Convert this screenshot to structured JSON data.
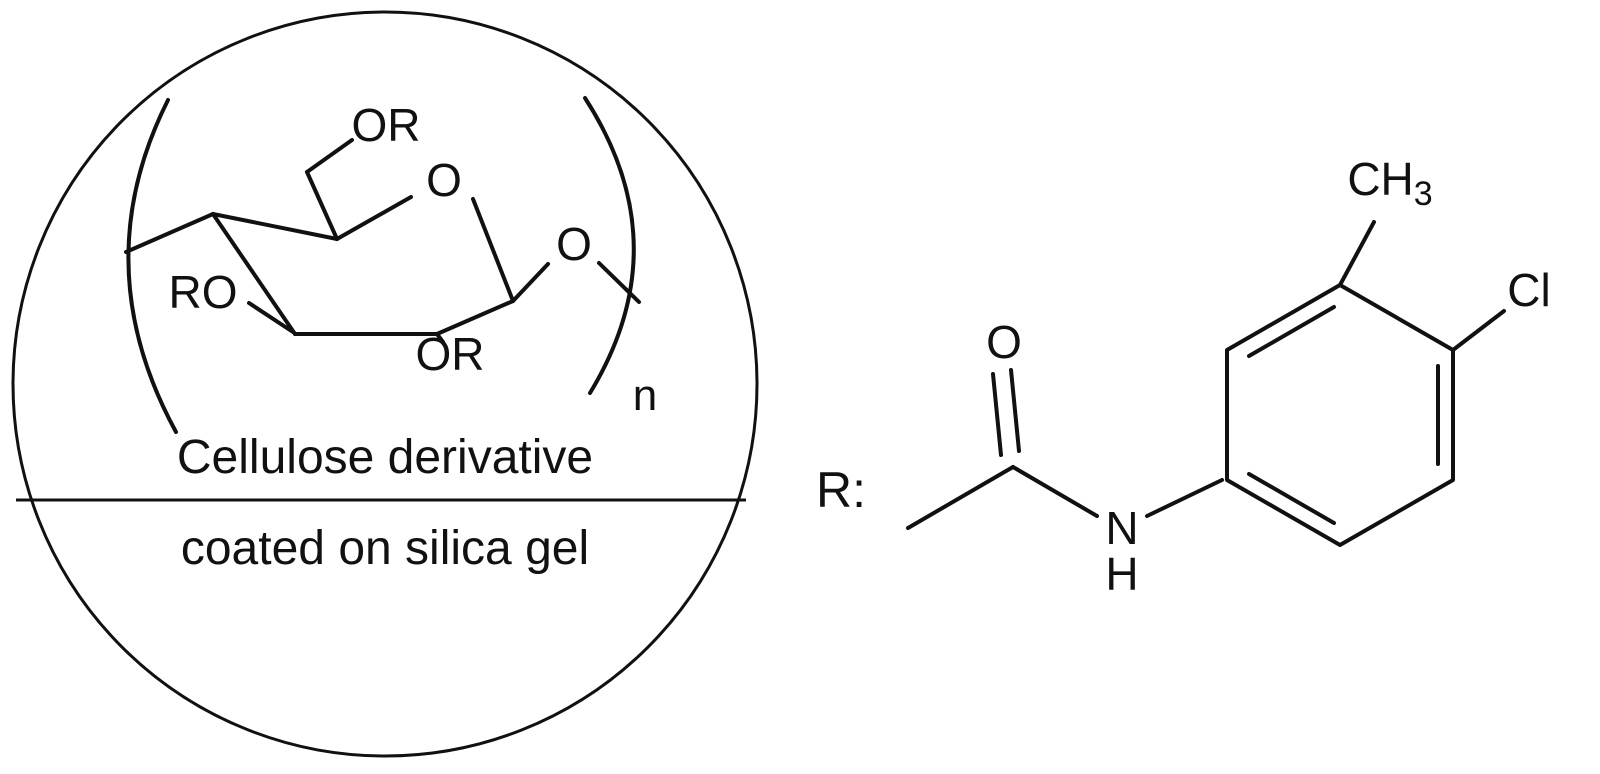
{
  "figure": {
    "bead": {
      "caption_top": "Cellulose derivative",
      "caption_bottom": "coated on silica gel",
      "polymer_labels": {
        "or_top": "OR",
        "ring_o": "O",
        "glycosidic_o": "O",
        "ro_left": "RO",
        "or_bottom": "OR",
        "repeat_subscript": "n"
      }
    },
    "substituent": {
      "r_label": "R:",
      "carbonyl_o": "O",
      "amide_n": "N",
      "amide_h": "H",
      "methyl_ch": "CH",
      "methyl_sub": "3",
      "chloro": "Cl"
    },
    "colors": {
      "ink": "#111111",
      "background": "#ffffff"
    }
  }
}
